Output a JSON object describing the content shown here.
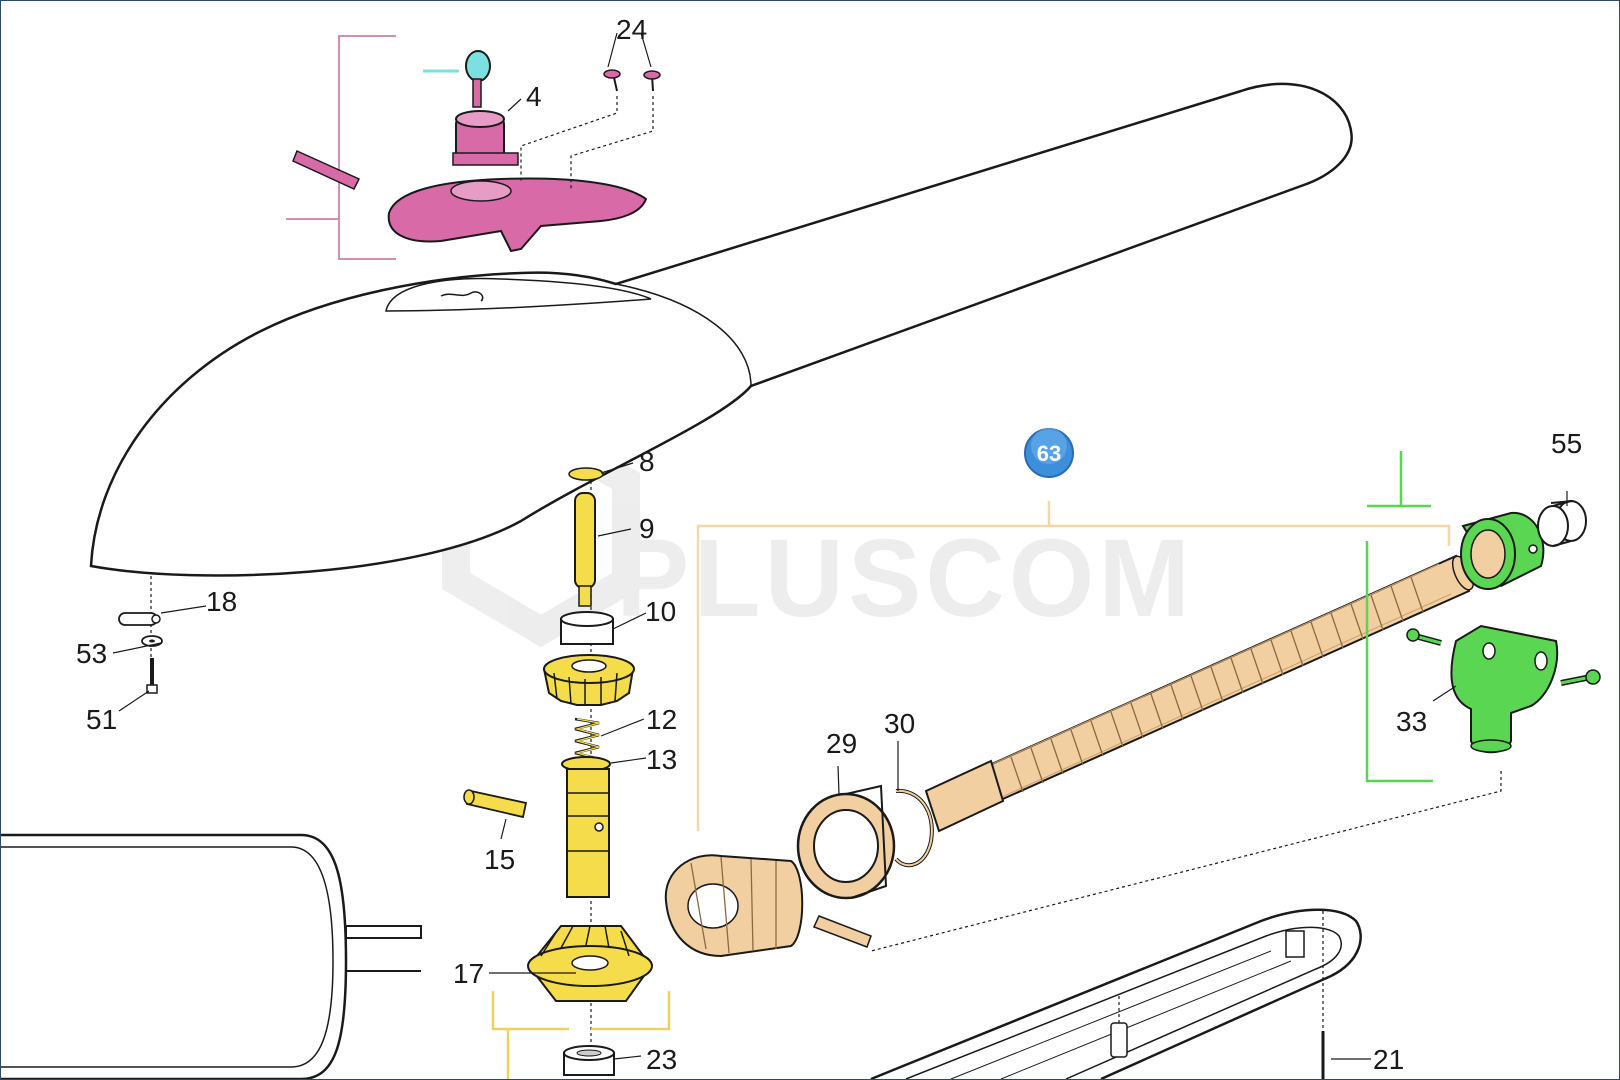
{
  "watermark": {
    "text": "PLUSCOM"
  },
  "badge": {
    "text": "63",
    "color": "#3d8fdc"
  },
  "colors": {
    "pink": "#d96aa8",
    "yellow": "#f5dc4a",
    "tan": "#f2cfa0",
    "green": "#5ad653",
    "cyan": "#7de0e0",
    "bracket_pink": "#d08fb5",
    "bracket_yellow": "#f0d060",
    "bracket_tan": "#f0d8a8",
    "bracket_green": "#5ad653"
  },
  "labels": {
    "l24": "24",
    "l4": "4",
    "l8": "8",
    "l9": "9",
    "l10": "10",
    "l12": "12",
    "l13": "13",
    "l15": "15",
    "l17": "17",
    "l18": "18",
    "l21": "21",
    "l23": "23",
    "l29": "29",
    "l30": "30",
    "l33": "33",
    "l51": "51",
    "l53": "53",
    "l55": "55"
  }
}
